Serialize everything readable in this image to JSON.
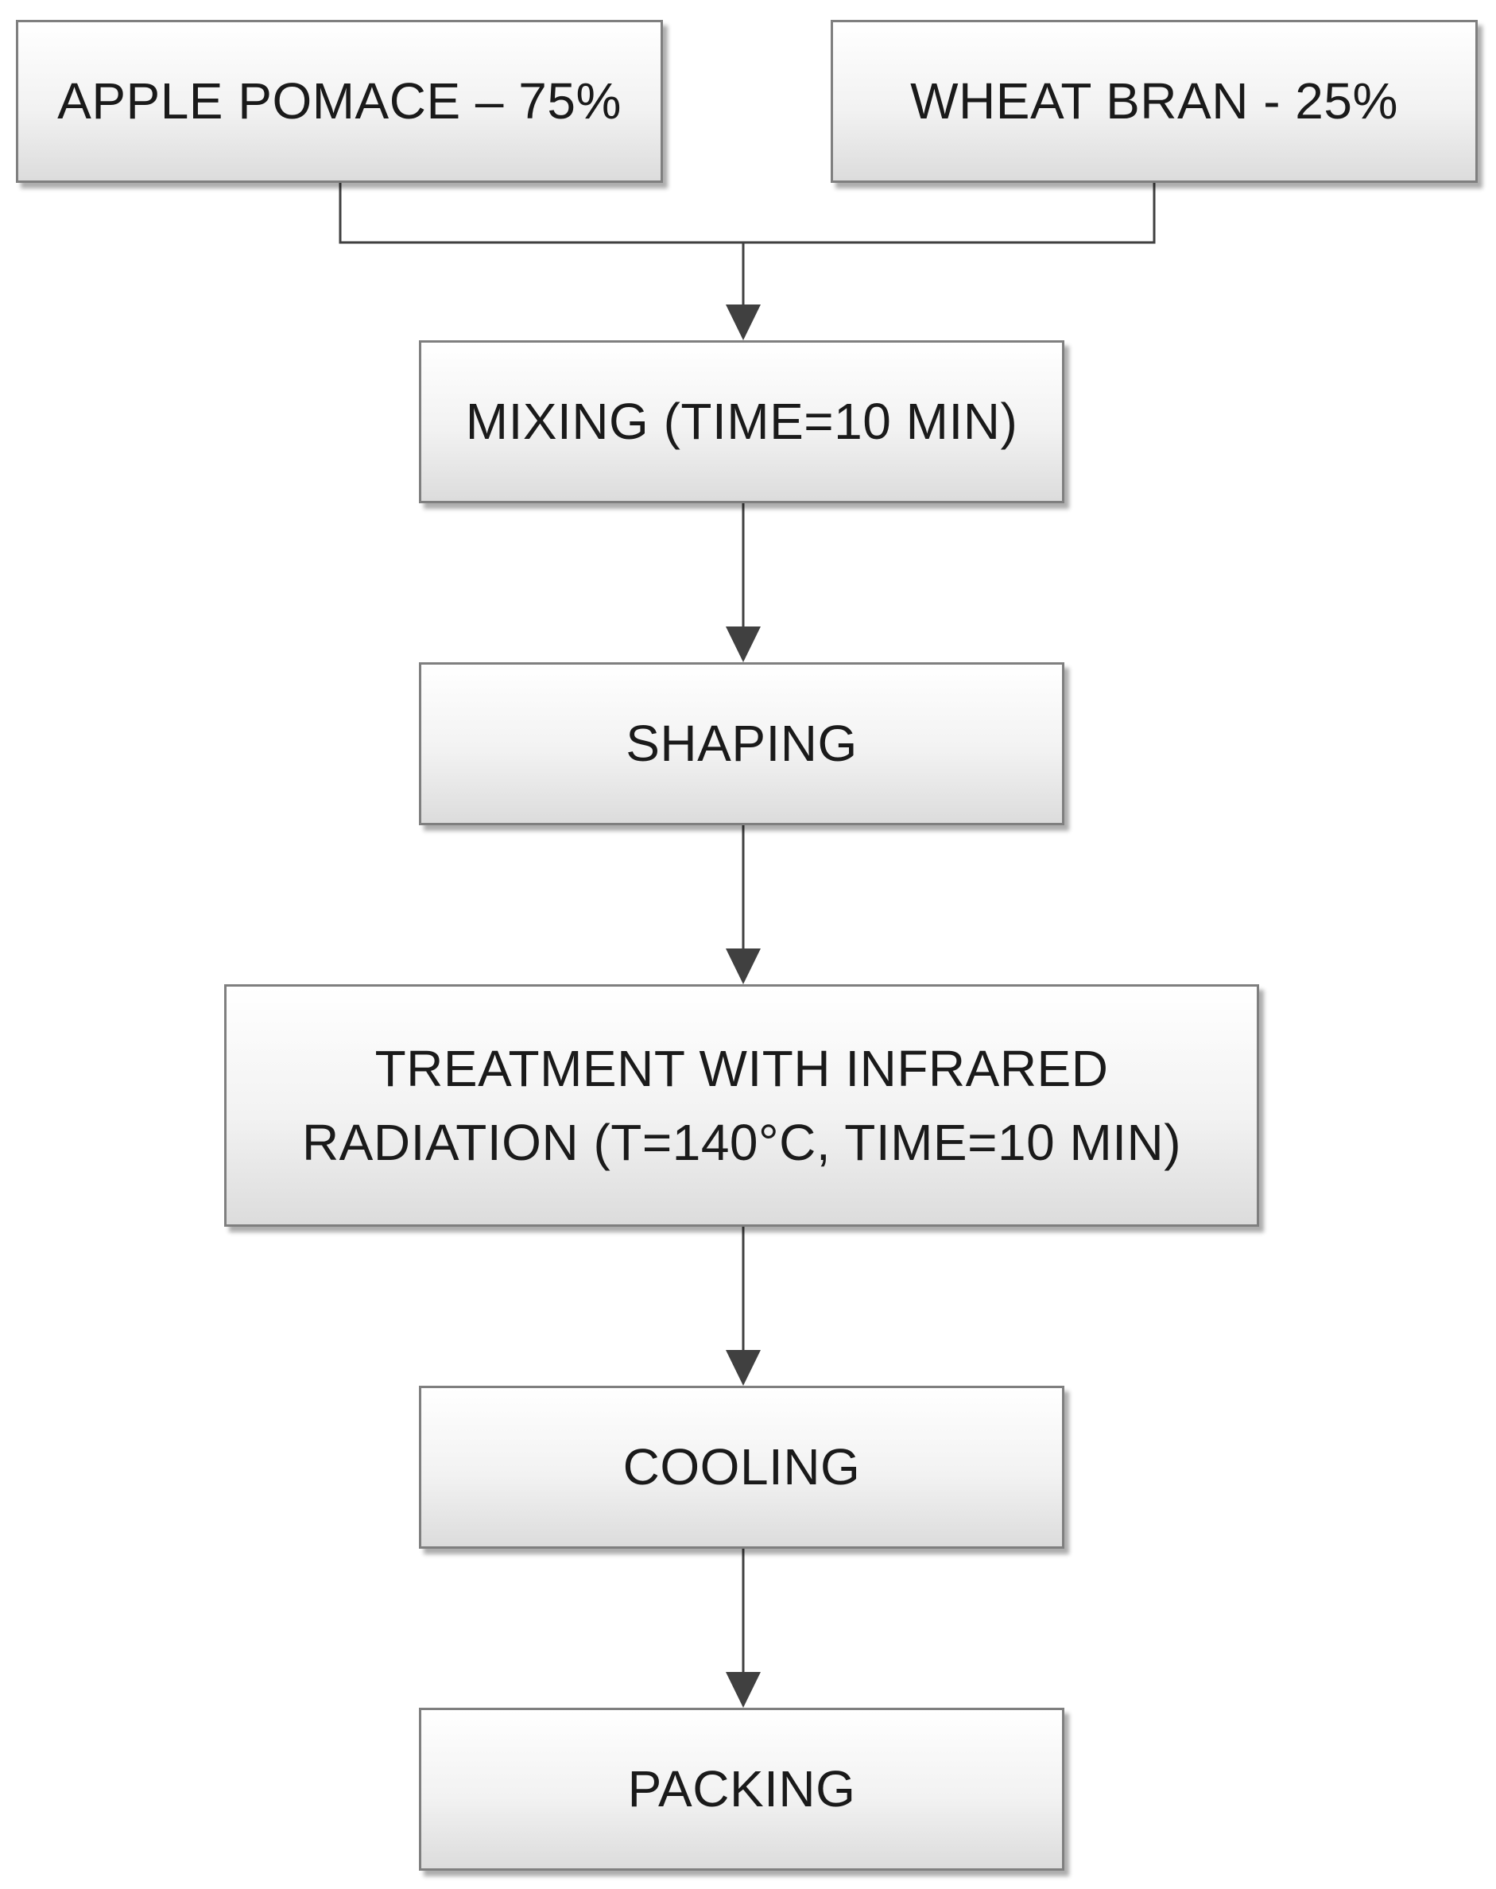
{
  "inputs": [
    {
      "label": "APPLE POMACE – 75%"
    },
    {
      "label": "WHEAT BRAN - 25%"
    }
  ],
  "steps": [
    {
      "label": "MIXING (TIME=10 MIN)"
    },
    {
      "label": "SHAPING"
    },
    {
      "label": "TREATMENT WITH INFRARED",
      "label2": "RADIATION (T=140°C, TIME=10 MIN)"
    },
    {
      "label": "COOLING"
    },
    {
      "label": "PACKING"
    }
  ],
  "colors": {
    "box_border": "#7f7f7f",
    "connector": "#404040",
    "text": "#1a1a1a"
  }
}
